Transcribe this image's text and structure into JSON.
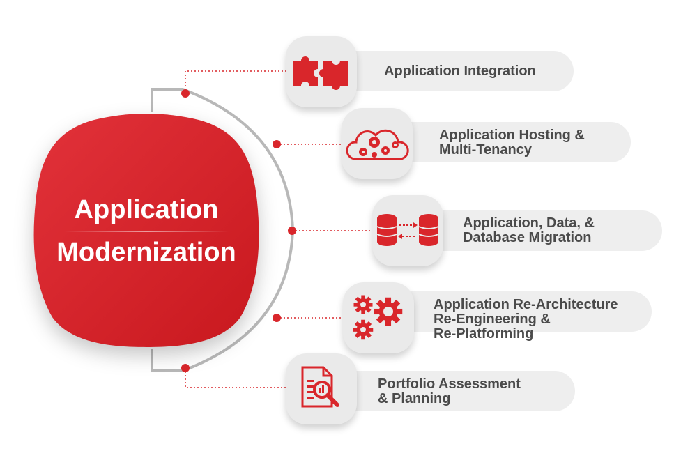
{
  "center": {
    "line1": "Application",
    "line2": "Modernization"
  },
  "items": [
    {
      "label": "Application Integration",
      "icon": "puzzle-icon"
    },
    {
      "label": "Application Hosting &\nMulti-Tenancy",
      "icon": "cloud-gears-icon"
    },
    {
      "label": "Application, Data, &\nDatabase Migration",
      "icon": "database-migration-icon"
    },
    {
      "label": "Application Re-Architecture\nRe-Engineering &\nRe-Platforming",
      "icon": "gears-icon"
    },
    {
      "label": "Portfolio Assessment\n& Planning",
      "icon": "document-search-icon"
    }
  ],
  "colors": {
    "accent": "#d9262b",
    "bracket": "#b8b8b8",
    "pill": "#eeeeee",
    "text": "#4a4a4a"
  }
}
